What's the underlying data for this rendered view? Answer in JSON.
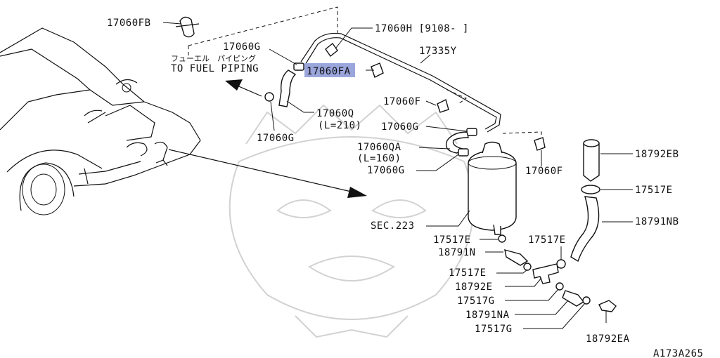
{
  "labels": {
    "fb": "17060FB",
    "h": "17060H [9108-      ]",
    "g_top": "17060G",
    "fa": "17060FA",
    "y": "17335Y",
    "jp": "フューエル　パイピング",
    "fuel": "TO FUEL PIPING",
    "q": "17060Q",
    "q_len": "(L=210)",
    "g_left": "17060G",
    "f_mid": "17060F",
    "g_mid": "17060G",
    "qa": "17060QA",
    "qa_len": "(L=160)",
    "g_low": "17060G",
    "f_right": "17060F",
    "eb": "18792EB",
    "e1": "17517E",
    "nb": "18791NB",
    "sec": "SEC.223",
    "e2": "17517E",
    "n": "18791N",
    "e3": "17517E",
    "e4": "17517E",
    "e5": "18792E",
    "g2": "17517G",
    "na": "18791NA",
    "g3": "17517G",
    "ea": "18792EA",
    "code": "A173A265"
  },
  "highlight_color": "#9aa5dc"
}
